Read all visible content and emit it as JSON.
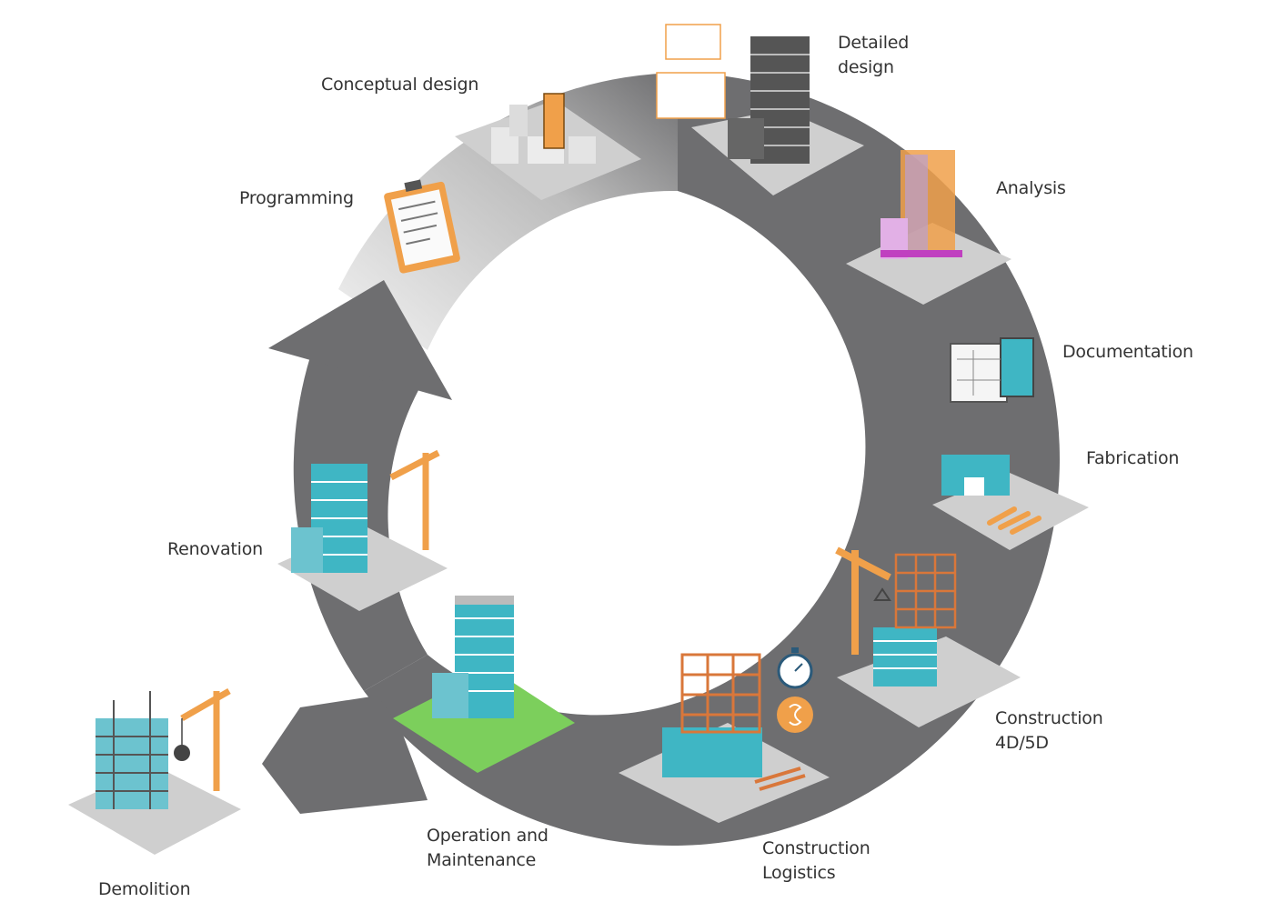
{
  "stages": [
    {
      "label": "Programming"
    },
    {
      "label": "Conceptual design"
    },
    {
      "label": "Detailed\ndesign"
    },
    {
      "label": "Analysis"
    },
    {
      "label": "Documentation"
    },
    {
      "label": "Fabrication"
    },
    {
      "label": "Construction\n4D/5D"
    },
    {
      "label": "Construction\nLogistics"
    },
    {
      "label": "Operation and\nMaintenance"
    },
    {
      "label": "Renovation"
    },
    {
      "label": "Demolition"
    }
  ],
  "colors": {
    "ring": "#6e6e70",
    "ring_light": "#d9d9d9",
    "accent": "#f0a04a",
    "teal": "#3fb6c4",
    "plate": "#cfcfcf",
    "grass": "#7ccf5c"
  }
}
